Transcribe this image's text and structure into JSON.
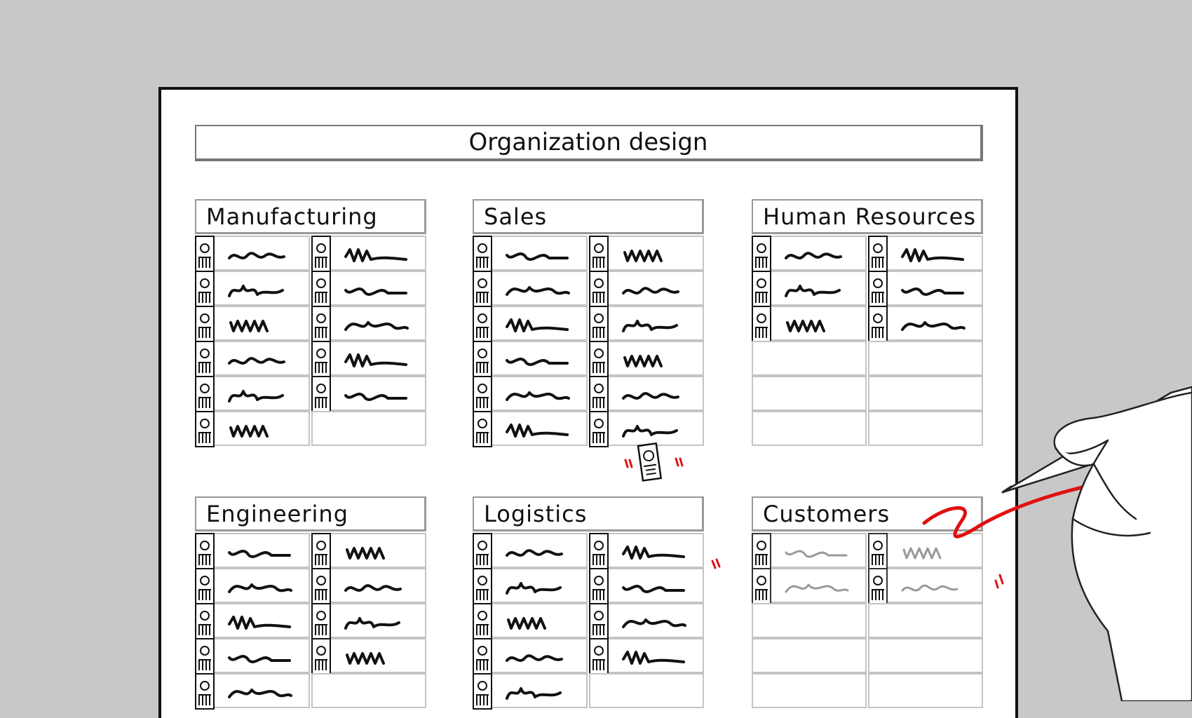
{
  "page": {
    "title": "Organization design"
  },
  "sections": [
    {
      "id": "manufacturing",
      "title": "Manufacturing",
      "filled": [
        6,
        5
      ],
      "rows": 6
    },
    {
      "id": "sales",
      "title": "Sales",
      "filled": [
        6,
        6
      ],
      "rows": 6
    },
    {
      "id": "human-resources",
      "title": "Human Resources",
      "filled": [
        3,
        3
      ],
      "rows": 6
    },
    {
      "id": "engineering",
      "title": "Engineering",
      "filled": [
        5,
        4
      ],
      "rows": 5
    },
    {
      "id": "logistics",
      "title": "Logistics",
      "filled": [
        5,
        4
      ],
      "rows": 5
    },
    {
      "id": "customers",
      "title": "Customers",
      "filled": [
        2,
        2
      ],
      "rows": 5,
      "faded": true
    }
  ],
  "colors": {
    "background": "#c8c8c8",
    "paper": "#ffffff",
    "ink": "#111111",
    "drag_arrow": "#e01010"
  },
  "icons": {
    "dragged_card": "person-card-icon",
    "hand": "hand-holding-pen-icon",
    "arrow": "drag-arrow-icon"
  }
}
